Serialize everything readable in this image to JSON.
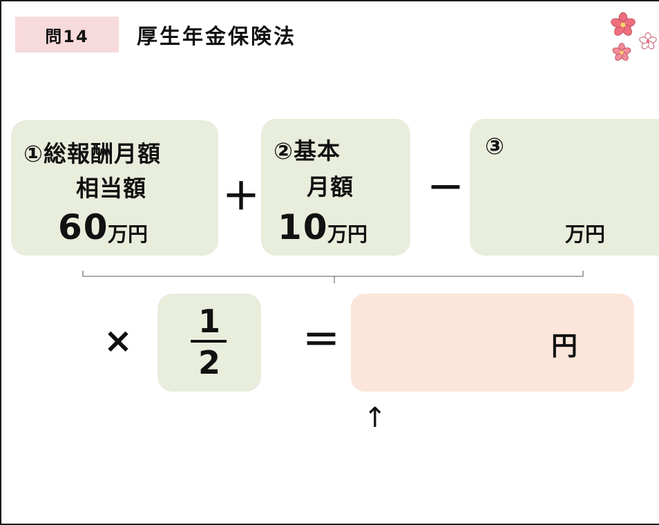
{
  "header": {
    "question_label": "問14",
    "title": "厚生年金保険法"
  },
  "colors": {
    "badge_bg": "#f7dadc",
    "box_bg": "#e8eddc",
    "answer_bg": "#fce6db",
    "bracket": "#777777"
  },
  "boxes": [
    {
      "label_line1": "①総報酬月額",
      "label_line2": "相当額",
      "value": "60",
      "unit": "万円"
    },
    {
      "label_line1": "②基本",
      "label_line2": "月額",
      "value": "10",
      "unit": "万円"
    },
    {
      "label_line1": "③",
      "label_line2": "",
      "value": "",
      "unit": "万円"
    }
  ],
  "operators": {
    "plus": "＋",
    "minus": "－",
    "times": "×",
    "equals": "＝"
  },
  "fraction": {
    "numerator": "1",
    "denominator": "2"
  },
  "answer": {
    "value": "",
    "unit": "円"
  },
  "arrow": "↑",
  "decoration_icon": "sakura-flowers-icon"
}
